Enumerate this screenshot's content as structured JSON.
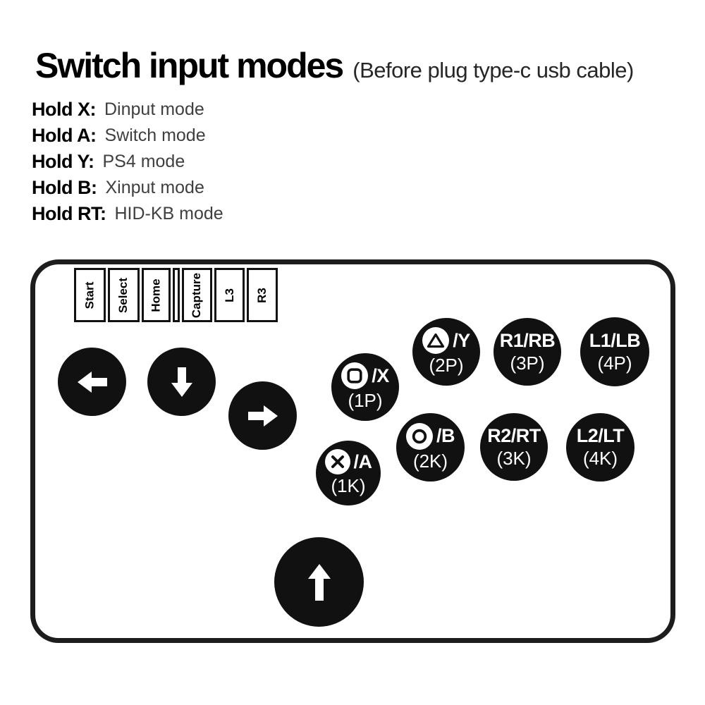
{
  "header": {
    "title": "Switch input modes",
    "subtitle": "(Before plug type-c usb cable)"
  },
  "hold_modes": [
    {
      "label": "Hold X:",
      "mode": "Dinput mode"
    },
    {
      "label": "Hold A:",
      "mode": "Switch mode"
    },
    {
      "label": "Hold Y:",
      "mode": "PS4 mode"
    },
    {
      "label": "Hold B:",
      "mode": "Xinput mode"
    },
    {
      "label": "Hold RT:",
      "mode": "HID-KB mode"
    }
  ],
  "controller": {
    "system_buttons": [
      "Start",
      "Select",
      "Home",
      "Capture",
      "L3",
      "R3"
    ],
    "dpad": {
      "left": {
        "icon": "arrow-left"
      },
      "down": {
        "icon": "arrow-down"
      },
      "right": {
        "icon": "arrow-right"
      },
      "up": {
        "icon": "arrow-up"
      }
    },
    "action_buttons": {
      "p1": {
        "icon": "ps-square",
        "label": "/X",
        "sub": "(1P)"
      },
      "p2": {
        "icon": "ps-triangle",
        "label": "/Y",
        "sub": "(2P)"
      },
      "p3": {
        "icon": "",
        "label": "R1/RB",
        "sub": "(3P)"
      },
      "p4": {
        "icon": "",
        "label": "L1/LB",
        "sub": "(4P)"
      },
      "k1": {
        "icon": "ps-cross",
        "label": "/A",
        "sub": "(1K)"
      },
      "k2": {
        "icon": "ps-circle",
        "label": "/B",
        "sub": "(2K)"
      },
      "k3": {
        "icon": "",
        "label": "R2/RT",
        "sub": "(3K)"
      },
      "k4": {
        "icon": "",
        "label": "L2/LT",
        "sub": "(4K)"
      }
    }
  },
  "colors": {
    "button_fill": "#111111",
    "button_text": "#ffffff",
    "outline": "#1d1d1d",
    "title_text": "#000000",
    "mode_text": "#3f3f3f"
  }
}
